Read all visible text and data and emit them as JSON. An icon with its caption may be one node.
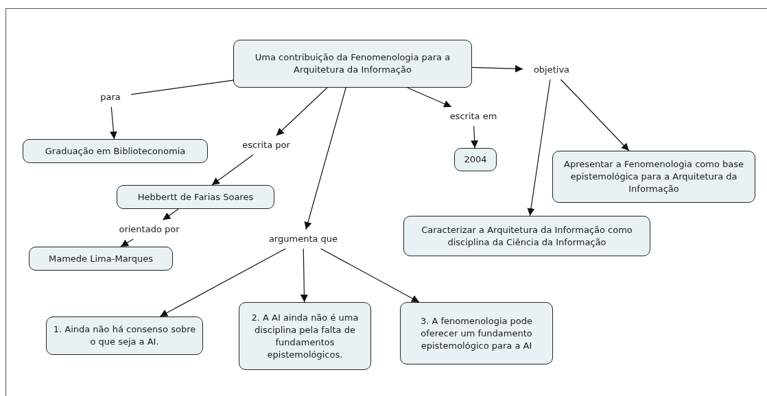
{
  "diagram": {
    "nodes": [
      {
        "text": [
          "Uma contribuição da Fenomenologia para a Arquitetura da Informação"
        ]
      },
      {
        "text": [
          "para"
        ]
      },
      {
        "text": [
          "Graduação em Biblioteconomia"
        ]
      },
      {
        "text": [
          "escrita por"
        ]
      },
      {
        "text": [
          "Hebbertt de Farias Soares"
        ]
      },
      {
        "text": [
          "orientado por"
        ]
      },
      {
        "text": [
          "Mamede Lima-Marques"
        ]
      },
      {
        "text": [
          "argumenta que"
        ]
      },
      {
        "text": [
          "1. Ainda não há consenso sobre o que seja a AI."
        ]
      },
      {
        "text": [
          "2. A AI ainda não é uma disciplina pela falta de fundamentos epistemológicos."
        ]
      },
      {
        "text": [
          "3. A fenomenologia pode oferecer um fundamento epistemológico para a AI"
        ]
      },
      {
        "text": [
          "escrita em"
        ]
      },
      {
        "text": [
          "2004"
        ]
      },
      {
        "text": [
          "objetiva"
        ]
      },
      {
        "text": [
          "Apresentar a Fenomenologia como base epistemológica para a Arquitetura da Informação"
        ]
      },
      {
        "text": [
          "Caracterizar a Arquitetura da Informação como disciplina da Ciência da Informação"
        ]
      }
    ],
    "edges": [
      {
        "from": 0,
        "to": 1,
        "arrow": "none"
      },
      {
        "from": 1,
        "to": 2,
        "arrow": "to"
      },
      {
        "from": 0,
        "to": 3,
        "arrow": "to"
      },
      {
        "from": 3,
        "to": 4,
        "arrow": "to"
      },
      {
        "from": 4,
        "to": 5,
        "arrow": "to"
      },
      {
        "from": 5,
        "to": 6,
        "arrow": "to"
      },
      {
        "from": 0,
        "to": 7,
        "arrow": "to"
      },
      {
        "from": 7,
        "to": 8,
        "arrow": "to"
      },
      {
        "from": 7,
        "to": 9,
        "arrow": "to"
      },
      {
        "from": 7,
        "to": 10,
        "arrow": "to"
      },
      {
        "from": 0,
        "to": 11,
        "arrow": "to"
      },
      {
        "from": 11,
        "to": 12,
        "arrow": "to"
      },
      {
        "from": 0,
        "to": 13,
        "arrow": "to"
      },
      {
        "from": 13,
        "to": 14,
        "arrow": "to"
      },
      {
        "from": 13,
        "to": 15,
        "arrow": "to"
      }
    ]
  }
}
